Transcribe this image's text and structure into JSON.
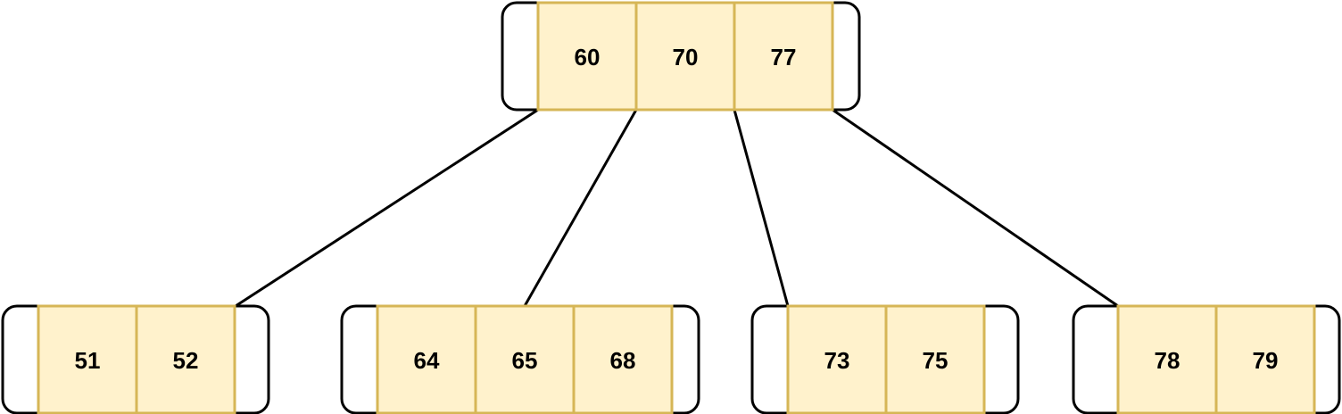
{
  "colors": {
    "key_fill": "#fff2cc",
    "key_border": "#d6b656",
    "line": "#000000",
    "node_border": "#000000"
  },
  "tree": {
    "root": {
      "keys": [
        "60",
        "70",
        "77"
      ]
    },
    "children": [
      {
        "keys": [
          "51",
          "52"
        ]
      },
      {
        "keys": [
          "64",
          "65",
          "68"
        ]
      },
      {
        "keys": [
          "73",
          "75"
        ]
      },
      {
        "keys": [
          "78",
          "79"
        ]
      }
    ]
  }
}
